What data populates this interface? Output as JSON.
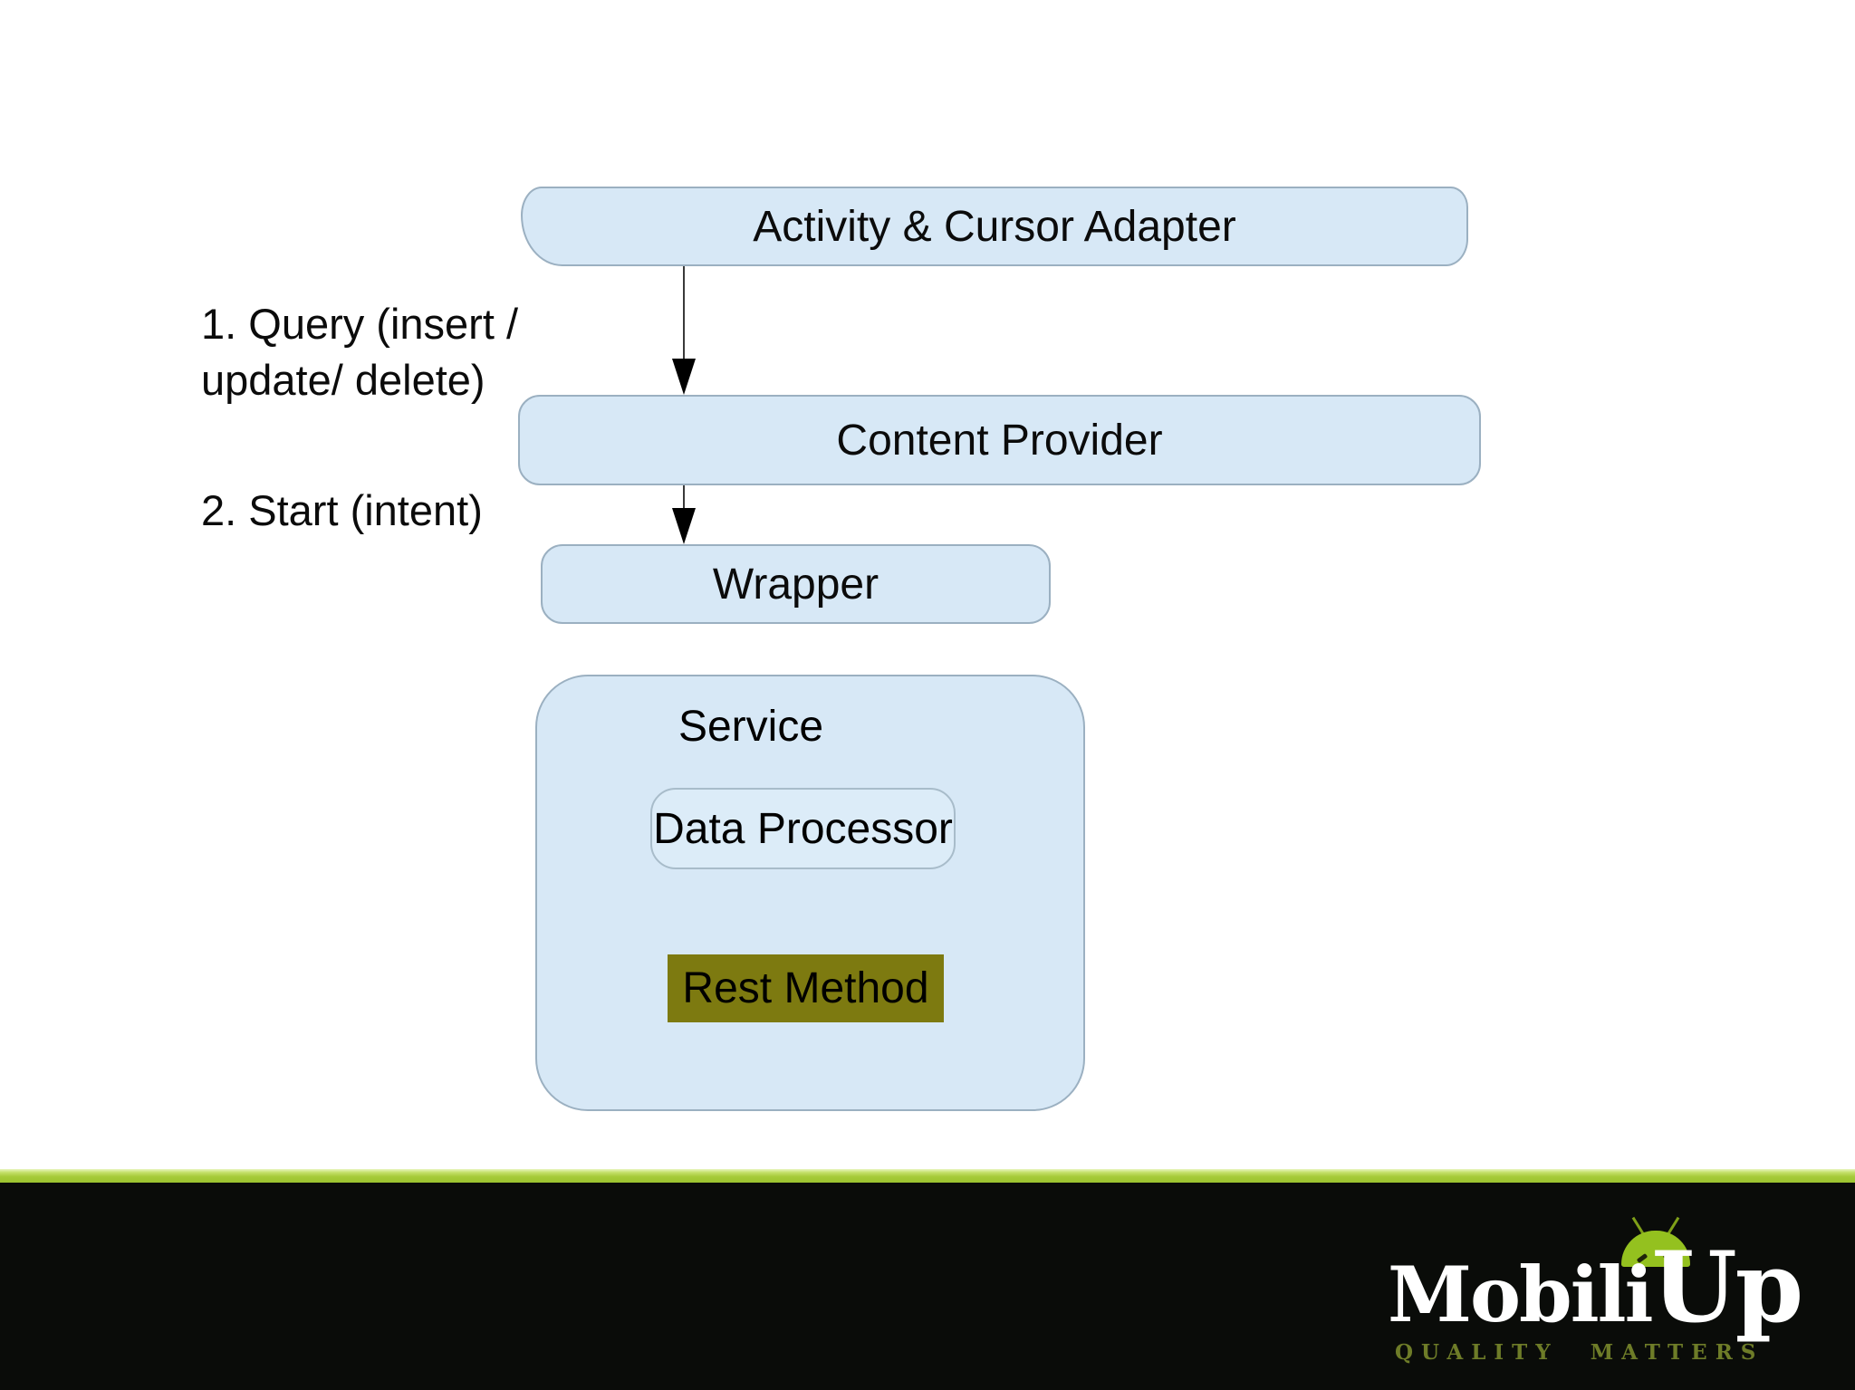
{
  "slide": {
    "nodes": {
      "activity": {
        "label": "Activity & Cursor Adapter"
      },
      "content_provider": {
        "label": "Content Provider"
      },
      "wrapper": {
        "label": "Wrapper"
      },
      "service": {
        "label": "Service"
      },
      "data_processor": {
        "label": "Data Processor"
      },
      "rest_method": {
        "label": "Rest Method"
      }
    },
    "annotations": {
      "step1_line1": "1. Query (insert /",
      "step1_line2": "update/ delete)",
      "step2": "2. Start (intent)"
    },
    "colors": {
      "node_fill": "#d7e8f6",
      "node_border": "#9bb0c1",
      "inner_node_fill": "#dcecf8",
      "rest_method_fill": "#7d7a10",
      "accent_green": "#a4c639",
      "footer_black": "#0a0c09",
      "logo_white": "#ffffff",
      "tagline_olive": "#6e7c28"
    }
  },
  "footer": {
    "logo_part_1": "Mobili",
    "logo_part_2": "Up",
    "tagline": "QUALITY MATTERS",
    "icon": "android-robot-head-icon"
  }
}
